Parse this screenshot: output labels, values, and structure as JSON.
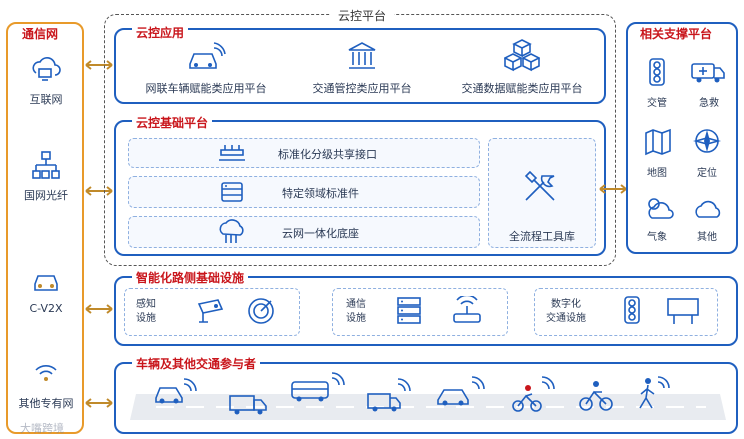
{
  "main_title": "云控平台",
  "comm_network": {
    "title": "通信网",
    "items": [
      "互联网",
      "国网光纤",
      "C-V2X",
      "其他专有网"
    ]
  },
  "cloud_apps": {
    "title": "云控应用",
    "items": [
      "网联车辆赋能类应用平台",
      "交通管控类应用平台",
      "交通数据赋能类应用平台"
    ]
  },
  "cloud_base": {
    "title": "云控基础平台",
    "rows": [
      "标准化分级共享接口",
      "特定领域标准件",
      "云网一体化底座"
    ],
    "toolbox": "全流程工具库"
  },
  "support": {
    "title": "相关支撑平台",
    "items": [
      "交管",
      "急救",
      "地图",
      "定位",
      "气象",
      "其他"
    ]
  },
  "roadside": {
    "title": "智能化路侧基础设施",
    "groups": [
      "感知\n设施",
      "通信\n设施",
      "数字化\n交通设施"
    ]
  },
  "traffic": {
    "title": "车辆及其他交通参与者"
  },
  "watermark": "大嘴跨境"
}
